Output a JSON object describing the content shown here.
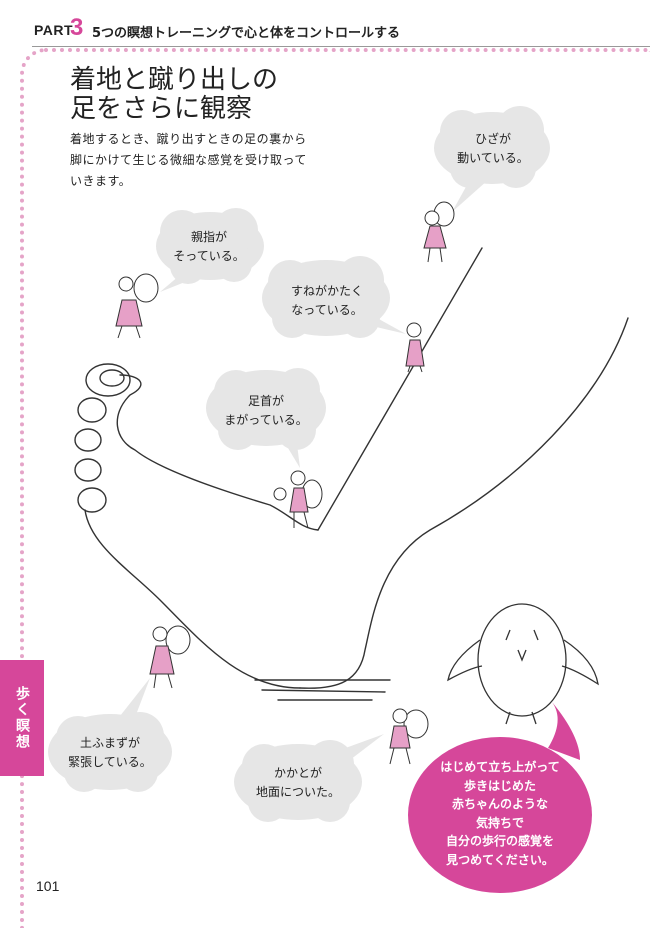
{
  "header": {
    "part_label": "PART",
    "part_number": "3",
    "part_title": "5つの瞑想トレーニングで心と体をコントロールする"
  },
  "title": "着地と蹴り出しの\n足をさらに観察",
  "lead": "着地するとき、蹴り出すときの足の裏から脚にかけて生じる微細な感覚を受け取っていきます。",
  "side_tab": "歩く瞑想",
  "page_number": "101",
  "bubbles": {
    "knee": "ひざが\n動いている。",
    "big_toe": "親指が\nそっている。",
    "shin": "すねがかたく\nなっている。",
    "ankle": "足首が\nまがっている。",
    "arch": "土ふまずが\n緊張している。",
    "heel": "かかとが\n地面についた。",
    "message": "はじめて立ち上がって\n歩きはじめた\n赤ちゃんのような\n気持ちで\n自分の歩行の感覚を\n見つめてください。"
  },
  "colors": {
    "accent": "#d6479a",
    "border": "#e5a4c8",
    "cloud": "#e6e6e6"
  }
}
